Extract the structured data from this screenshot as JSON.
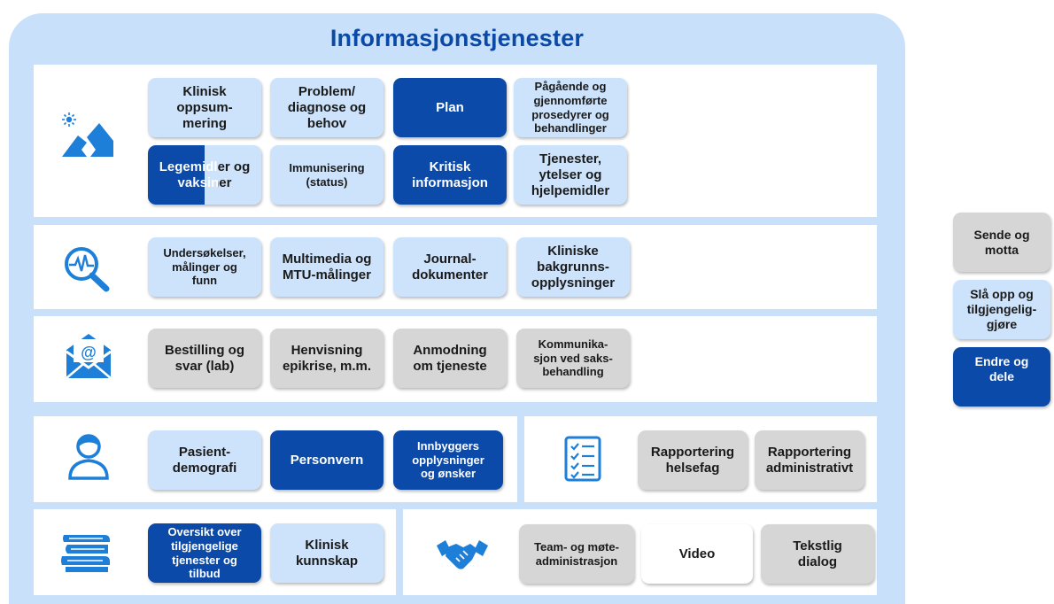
{
  "title": "Informasjonstjenester",
  "colors": {
    "frame": "#c9e0fb",
    "light_blue": "#cde3fb",
    "dark_blue": "#0b4aa8",
    "grey": "#d6d6d6",
    "icon": "#1e7fd8",
    "title": "#0a4aa6"
  },
  "rows": {
    "sammendrag": {
      "icon": "sun-mountain-icon",
      "boxes": [
        "Klinisk\noppsum-\nmering",
        "Problem/\ndiagnose og\nbehov",
        "Plan",
        "Pågående og\ngjennomførte\nprosedyrer og\nbehandlinger",
        "Legemidler og\nvaksiner",
        "Immunisering\n(status)",
        "Kritisk\ninformasjon",
        "Tjenester,\nytelser og\nhjelpemidler"
      ]
    },
    "undersokelser": {
      "icon": "search-pulse-icon",
      "boxes": [
        "Undersøkelser,\nmålinger og\nfunn",
        "Multimedia og\nMTU-målinger",
        "Journal-\ndokumenter",
        "Kliniske\nbakgrunns-\nopplysninger"
      ]
    },
    "kommunikasjon": {
      "icon": "email-envelope-icon",
      "boxes": [
        "Bestilling og\nsvar (lab)",
        "Henvisning\nepikrise, m.m.",
        "Anmodning\nom tjeneste",
        "Kommunika-\nsjon ved saks-\nbehandling"
      ]
    },
    "pasient": {
      "icon": "person-icon",
      "boxes": [
        "Pasient-\ndemografi",
        "Personvern",
        "Innbyggers\nopplysninger\nog ønsker"
      ]
    },
    "rapportering": {
      "icon": "checklist-icon",
      "boxes": [
        "Rapportering\nhelsefag",
        "Rapportering\nadministrativt"
      ]
    },
    "kunnskap": {
      "icon": "books-icon",
      "boxes": [
        "Oversikt over\ntilgjengelige\ntjenester og\ntilbud",
        "Klinisk\nkunnskap"
      ]
    },
    "samhandling": {
      "icon": "handshake-icon",
      "boxes": [
        "Team- og møte-\nadministrasjon",
        "Video",
        "Tekstlig\ndialog"
      ]
    }
  },
  "legend": [
    "Sende og\nmotta",
    "Slå opp og\ntilgjengelig-\ngjøre",
    "Endre og\ndele"
  ]
}
